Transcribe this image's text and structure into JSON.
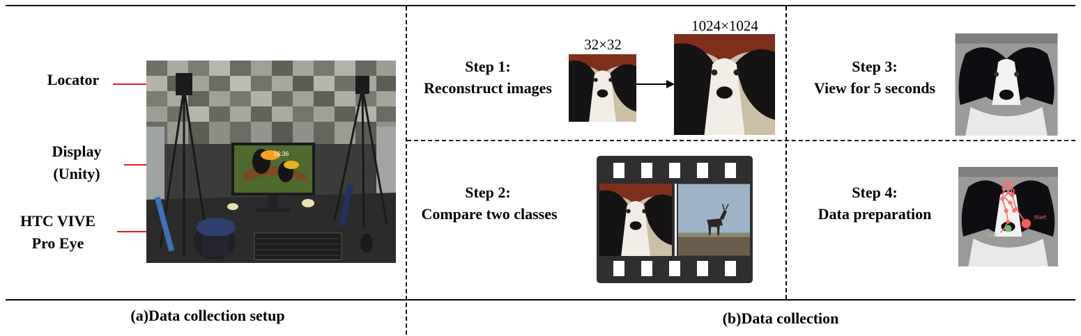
{
  "setup": {
    "labels": {
      "locator": "Locator",
      "display_line1": "Display",
      "display_line2": "(Unity)",
      "headset_line1": "HTC VIVE",
      "headset_line2": "Pro Eye"
    },
    "screen_clock": "16:36",
    "caption": "(a)Data collection setup"
  },
  "collection": {
    "step1": {
      "title": "Step 1:",
      "desc": "Reconstruct images",
      "small_size": "32×32",
      "large_size": "1024×1024"
    },
    "step2": {
      "title": "Step 2:",
      "desc": "Compare two classes"
    },
    "step3": {
      "title": "Step 3:",
      "desc": "View for 5 seconds"
    },
    "step4": {
      "title": "Step 4:",
      "desc": "Data preparation",
      "start_label": "Start",
      "end_label": "End"
    },
    "caption": "(b)Data collection"
  },
  "colors": {
    "callout": "#e01b1b",
    "gaze": "#ff6f6f",
    "film": "#2f2f2f"
  }
}
